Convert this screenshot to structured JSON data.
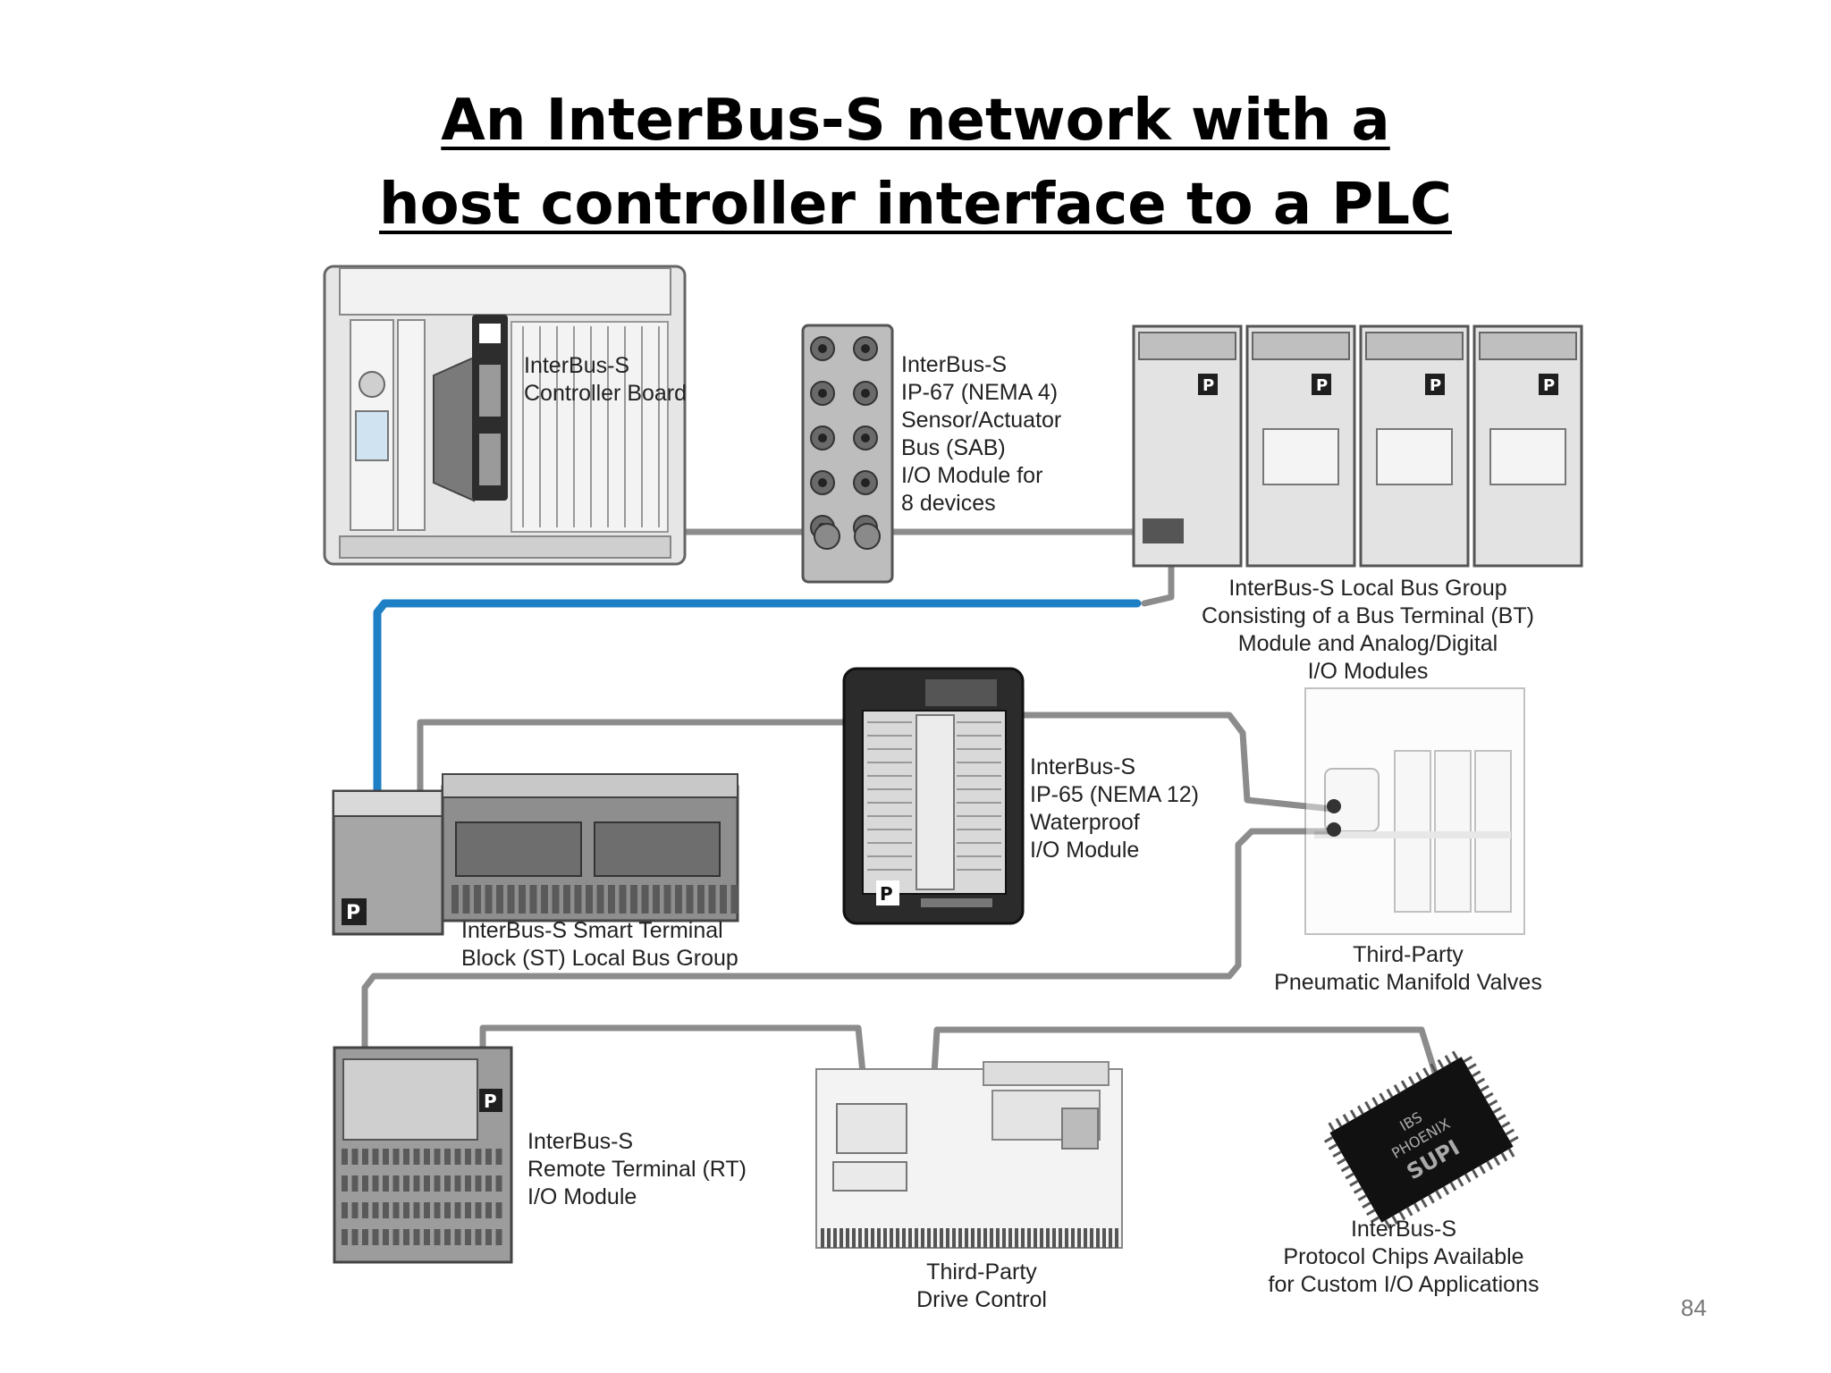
{
  "title": {
    "line1": "An InterBus-S network with a",
    "line2": "host controller interface to a PLC"
  },
  "labels": {
    "controller_board": [
      "InterBus-S",
      "Controller Board"
    ],
    "sab_module": [
      "InterBus-S",
      "IP-67 (NEMA 4)",
      "Sensor/Actuator",
      "Bus (SAB)",
      "I/O Module for",
      "8 devices"
    ],
    "local_bus_group": [
      "InterBus-S Local Bus Group",
      "Consisting of a Bus Terminal (BT)",
      "Module and Analog/Digital",
      "I/O Modules"
    ],
    "ip65_module": [
      "InterBus-S",
      "IP-65 (NEMA 12)",
      "Waterproof",
      "I/O Module"
    ],
    "smart_terminal": [
      "InterBus-S Smart Terminal",
      "Block (ST) Local Bus Group"
    ],
    "manifold_valves": [
      "Third-Party",
      "Pneumatic Manifold Valves"
    ],
    "remote_terminal": [
      "InterBus-S",
      "Remote Terminal (RT)",
      "I/O Module"
    ],
    "drive_control": [
      "Third-Party",
      "Drive Control"
    ],
    "protocol_chips": [
      "InterBus-S",
      "Protocol Chips Available",
      "for Custom I/O Applications"
    ]
  },
  "chip_text": [
    "SUPI",
    "PHOENIX",
    "IBS"
  ],
  "page_number": "84",
  "colors": {
    "bus_cable": "#1f7fc4",
    "cable": "#8c8c8c",
    "device_dark": "#2b2b2b"
  }
}
